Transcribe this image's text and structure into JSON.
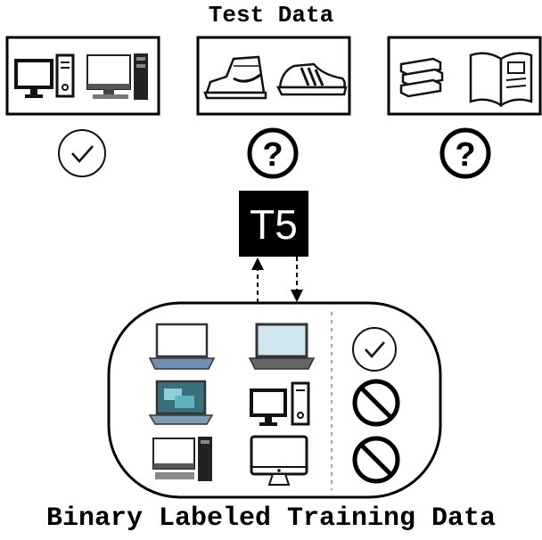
{
  "test_title": "Test Data",
  "training_title": "Binary Labeled Training Data",
  "model_label": "T5",
  "test_groups": [
    {
      "items": [
        "desktop-monitor-tower-icon",
        "desktop-pc-icon"
      ],
      "status": "check-icon"
    },
    {
      "items": [
        "high-top-sneaker-icon",
        "striped-sneaker-icon"
      ],
      "status": "question-icon",
      "status_text": "?"
    },
    {
      "items": [
        "stacked-books-icon",
        "open-book-icon"
      ],
      "status": "question-icon",
      "status_text": "?"
    }
  ],
  "training_rows": [
    {
      "items": [
        "laptop-icon",
        "laptop-icon"
      ],
      "label": "check-icon"
    },
    {
      "items": [
        "laptop-screens-icon",
        "desktop-monitor-tower-icon"
      ],
      "label": "prohibited-icon"
    },
    {
      "items": [
        "desktop-pc-icon",
        "all-in-one-computer-icon"
      ],
      "label": "prohibited-icon"
    }
  ]
}
